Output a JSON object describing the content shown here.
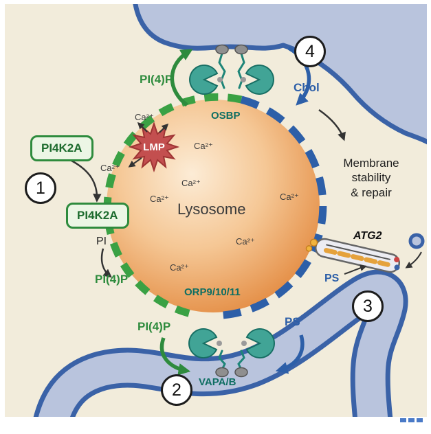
{
  "labels": {
    "lysosome": "Lysosome",
    "ca_ion": "Ca²⁺",
    "lmp": "LMP",
    "pi4k2a": "PI4K2A",
    "pi": "PI",
    "pi4p": "PI(4)P",
    "osbp": "OSBP",
    "chol": "Chol",
    "atg2": "ATG2",
    "ps": "PS",
    "orp": "ORP9/10/11",
    "vapab": "VAPA/B",
    "membrane_stability_line1": "Membrane",
    "membrane_stability_line2": "stability",
    "membrane_stability_line3": "& repair"
  },
  "steps": {
    "s1": "1",
    "s2": "2",
    "s3": "3",
    "s4": "4"
  },
  "colors": {
    "background": "#f2ecdb",
    "er_membrane_fill": "#b9c4dd",
    "er_membrane_outline": "#3a62a7",
    "lysosome_center": "#fcecd6",
    "lysosome_edge": "#e08032",
    "pi4p_green": "#2e8b3d",
    "teal_protein": "#2a9d8f",
    "lipid_blue": "#2d5fa8",
    "lmp_red": "#c34f4f"
  }
}
